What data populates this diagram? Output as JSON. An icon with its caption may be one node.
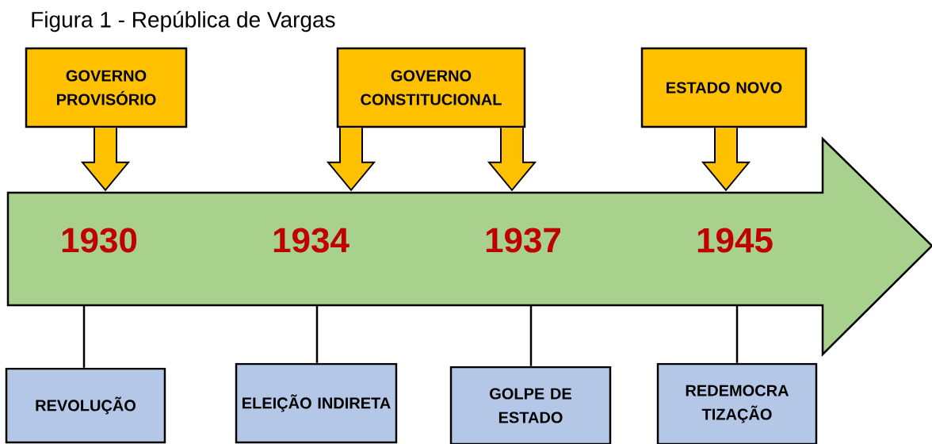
{
  "diagram": {
    "title": "Figura 1 - República de Vargas",
    "nodes": [
      {
        "text": [
          "1930",
          "1934",
          "1937",
          "1945"
        ]
      },
      {
        "text": [
          "GOVERNO PROVISÓRIO"
        ]
      },
      {
        "text": [
          "GOVERNO CONSTITUCIONAL"
        ]
      },
      {
        "text": [
          "ESTADO NOVO"
        ]
      },
      {
        "text": [
          "REVOLUÇÃO"
        ]
      },
      {
        "text": [
          "ELEIÇÃO INDIRETA"
        ]
      },
      {
        "text": [
          "GOLPE DE ESTADO"
        ]
      },
      {
        "text": [
          "REDEMOCRA TIZAÇÃO"
        ]
      }
    ],
    "edges": [
      {
        "from": 1,
        "to": 0,
        "arrow": "to"
      },
      {
        "from": 2,
        "to": 0,
        "arrow": "to"
      },
      {
        "from": 2,
        "to": 0,
        "arrow": "to"
      },
      {
        "from": 3,
        "to": 0,
        "arrow": "to"
      },
      {
        "from": 4,
        "to": 0,
        "arrow": "none"
      },
      {
        "from": 5,
        "to": 0,
        "arrow": "none"
      },
      {
        "from": 6,
        "to": 0,
        "arrow": "none"
      },
      {
        "from": 7,
        "to": 0,
        "arrow": "none"
      }
    ]
  }
}
